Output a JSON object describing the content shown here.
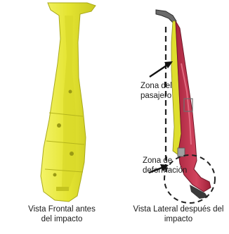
{
  "captions": {
    "front_line1": "Vista Frontal antes",
    "front_line2": "del impacto",
    "side_line1": "Vista Lateral después del",
    "side_line2": "impacto"
  },
  "annotations": {
    "passenger_line1": "Zona del",
    "passenger_line2": "pasajero",
    "deformation_line1": "Zona de",
    "deformation_line2": "deformación"
  },
  "colors": {
    "part_yellow": "#e6e63a",
    "part_yellow_dark": "#b7b71e",
    "part_red": "#c8354f",
    "part_red_dark": "#8f1f35",
    "outline_dark": "#2b2b2b",
    "dash": "#222222"
  }
}
